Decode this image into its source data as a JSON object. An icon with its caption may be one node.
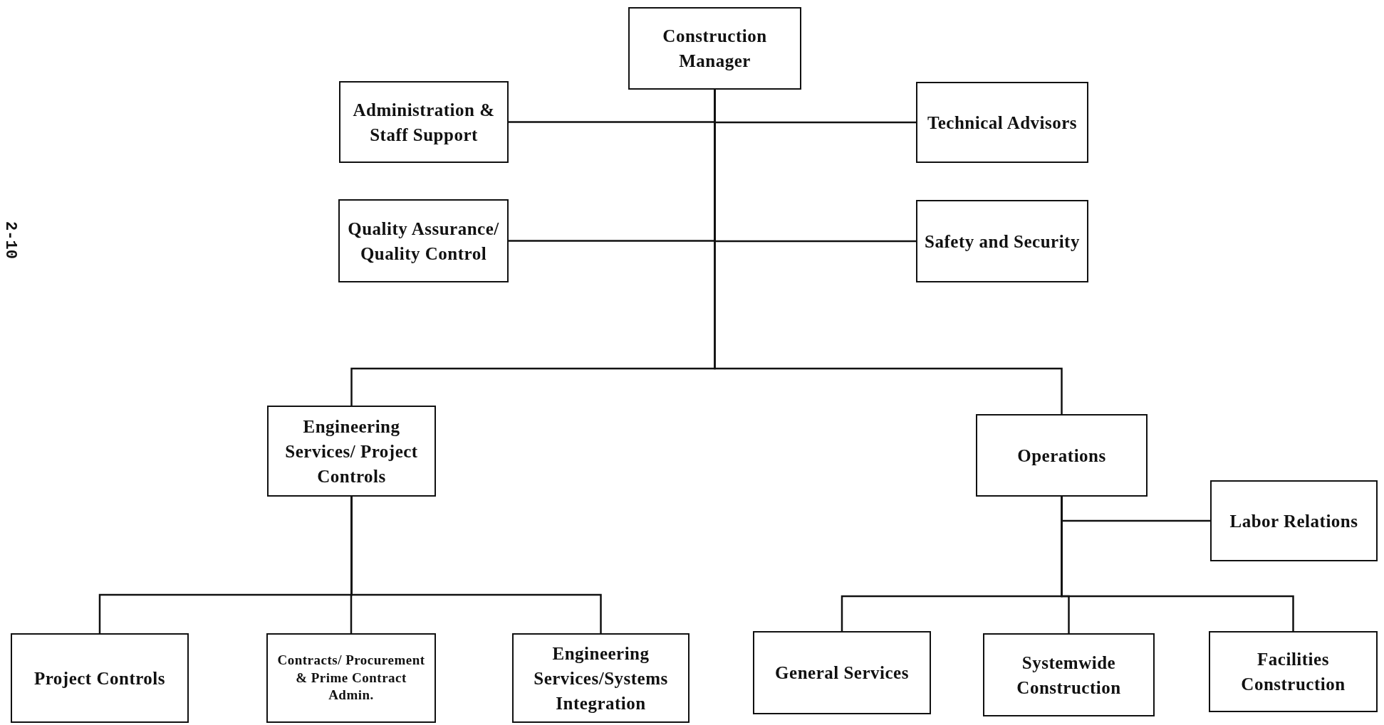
{
  "diagram": {
    "nodes": [
      {
        "text": [
          "Construction Manager"
        ]
      },
      {
        "text": [
          "Administration & Staff Support"
        ]
      },
      {
        "text": [
          "Technical Advisors"
        ]
      },
      {
        "text": [
          "Quality Assurance/ Quality Control"
        ]
      },
      {
        "text": [
          "Safety and Security"
        ]
      },
      {
        "text": [
          "Engineering Services/ Project Controls"
        ]
      },
      {
        "text": [
          "Operations"
        ]
      },
      {
        "text": [
          "Labor Relations"
        ]
      },
      {
        "text": [
          "Project Controls"
        ]
      },
      {
        "text": [
          "Contracts/ Procurement & Prime Contract Admin."
        ]
      },
      {
        "text": [
          "Engineering Services/Systems Integration"
        ]
      },
      {
        "text": [
          "General Services"
        ]
      },
      {
        "text": [
          "Systemwide Construction"
        ]
      },
      {
        "text": [
          "Facilities Construction"
        ]
      }
    ],
    "edges": [
      {
        "from": 0,
        "to": 1,
        "arrow": "none"
      },
      {
        "from": 0,
        "to": 2,
        "arrow": "none"
      },
      {
        "from": 0,
        "to": 3,
        "arrow": "none"
      },
      {
        "from": 0,
        "to": 4,
        "arrow": "none"
      },
      {
        "from": 0,
        "to": 5,
        "arrow": "none"
      },
      {
        "from": 0,
        "to": 6,
        "arrow": "none"
      },
      {
        "from": 5,
        "to": 8,
        "arrow": "none"
      },
      {
        "from": 5,
        "to": 9,
        "arrow": "none"
      },
      {
        "from": 5,
        "to": 10,
        "arrow": "none"
      },
      {
        "from": 6,
        "to": 7,
        "arrow": "none"
      },
      {
        "from": 6,
        "to": 11,
        "arrow": "none"
      },
      {
        "from": 6,
        "to": 12,
        "arrow": "none"
      },
      {
        "from": 6,
        "to": 13,
        "arrow": "none"
      }
    ],
    "labels": [
      "2-10"
    ]
  }
}
